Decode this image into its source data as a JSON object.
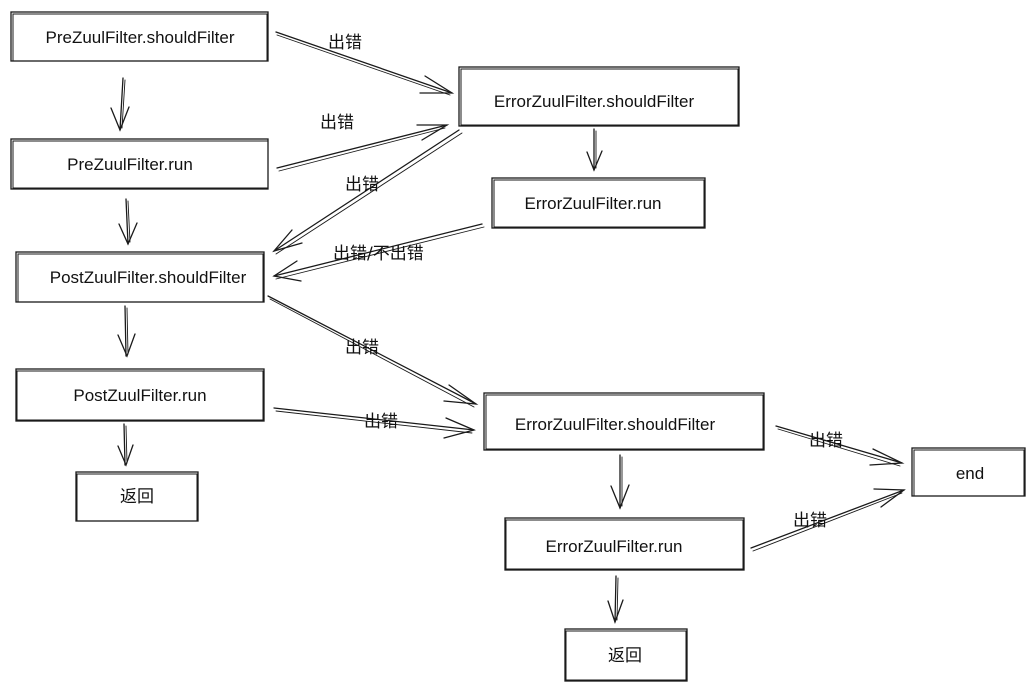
{
  "nodes": {
    "pre_should_filter": "PreZuulFilter.shouldFilter",
    "pre_run": "PreZuulFilter.run",
    "post_should_filter": "PostZuulFilter.shouldFilter",
    "post_run": "PostZuulFilter.run",
    "return_left": "返回",
    "error_should_filter_top": "ErrorZuulFilter.shouldFilter",
    "error_run_top": "ErrorZuulFilter.run",
    "error_should_filter_bottom": "ErrorZuulFilter.shouldFilter",
    "error_run_bottom": "ErrorZuulFilter.run",
    "return_bottom": "返回",
    "end": "end"
  },
  "edge_labels": {
    "error_1": "出错",
    "error_2": "出错",
    "error_3": "出错",
    "error_or_not": "出错/不出错",
    "error_4": "出错",
    "error_5": "出错",
    "error_6": "出错",
    "error_7": "出错"
  }
}
